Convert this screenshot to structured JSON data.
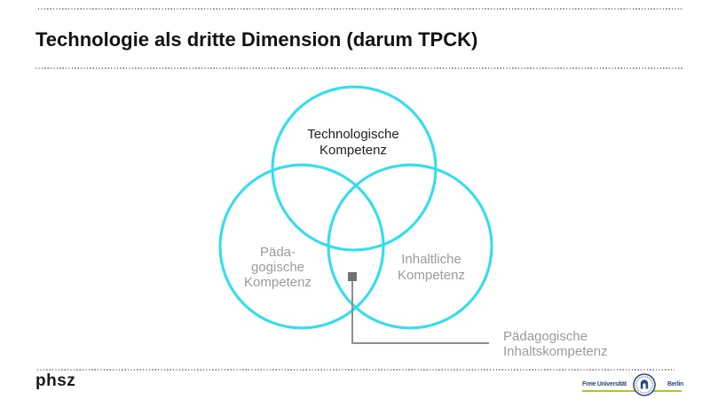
{
  "slide": {
    "title": "Technologie als dritte Dimension (darum TPCK)"
  },
  "colors": {
    "circle_stroke": "#2bdfef",
    "dark_label": "#222222",
    "muted_label": "#9b9b9b",
    "marker_fill": "#717171",
    "connector_stroke": "#8f8f8f",
    "fu_blue": "#2b4a8b",
    "fu_green": "#a8cc17"
  },
  "venn": {
    "circles": [
      {
        "id": "technological",
        "label": "Technologische\nKompetenz"
      },
      {
        "id": "pedagogical",
        "label": "Päda-\ngogische\nKompetenz"
      },
      {
        "id": "content",
        "label": "Inhaltliche\nKompetenz"
      }
    ],
    "callout": {
      "label": "Pädagogische\nInhaltskompetenz"
    }
  },
  "footer": {
    "left_logo": "phsz",
    "right_logo": {
      "text_left": "Freie Universität",
      "text_right": "Berlin"
    }
  }
}
